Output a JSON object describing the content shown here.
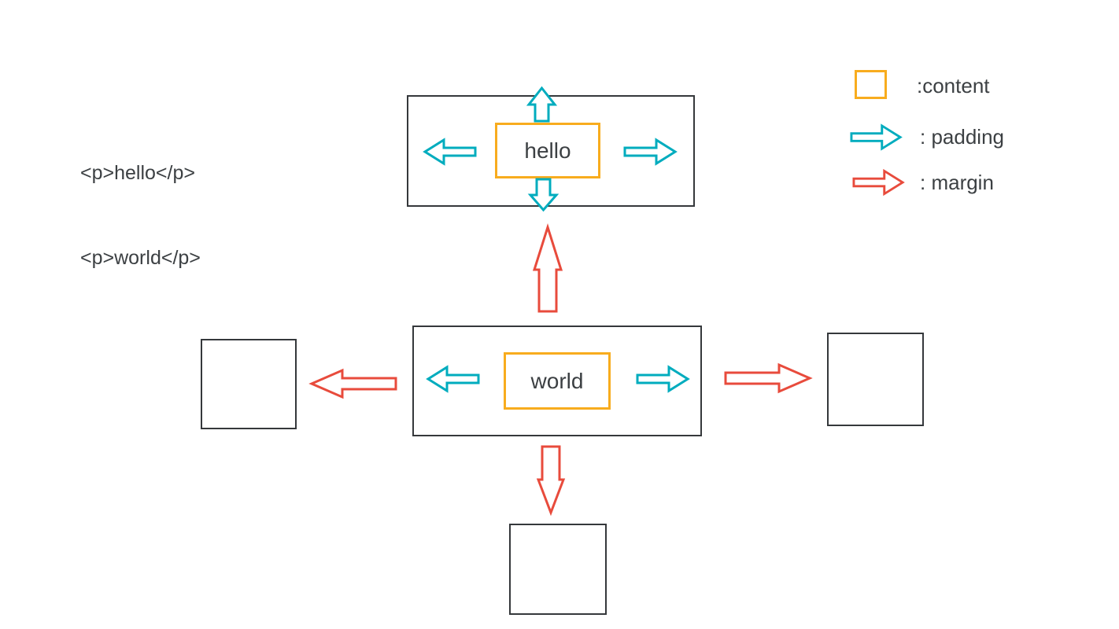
{
  "colors": {
    "content": "#F8AC1E",
    "padding": "#00ACBE",
    "margin": "#E84B3C",
    "box_border": "#35383B",
    "text": "#3C4043"
  },
  "code": {
    "line1": "<p>hello</p>",
    "line2": "<p>world</p>"
  },
  "hello_box": {
    "content_label": "hello"
  },
  "world_box": {
    "content_label": "world"
  },
  "legend": {
    "content_label": ":content",
    "padding_label": ": padding",
    "margin_label": ": margin"
  }
}
